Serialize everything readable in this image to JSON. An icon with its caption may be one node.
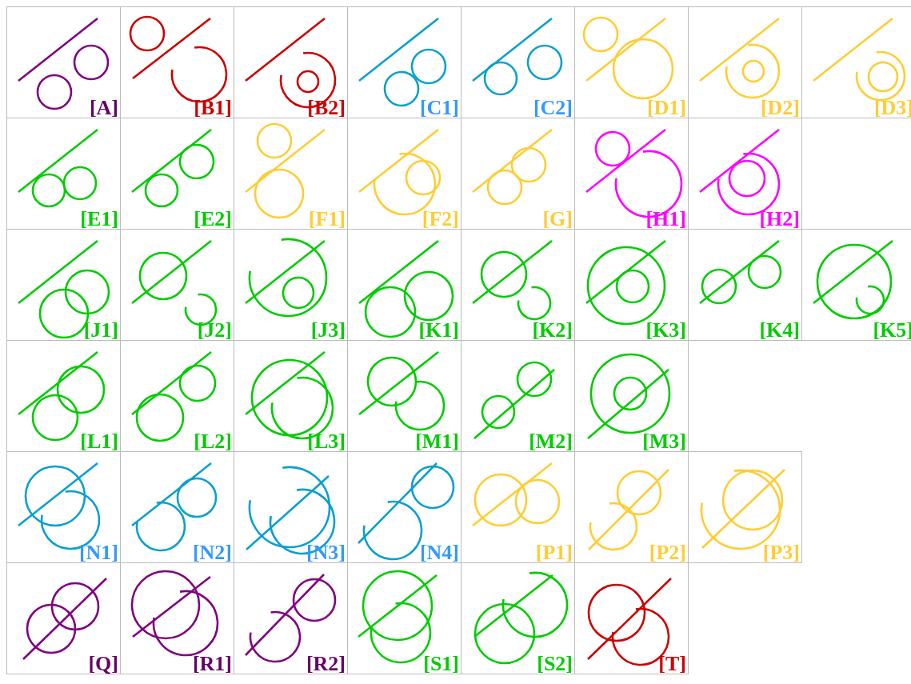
{
  "diagram": {
    "nodes": [
      {
        "text": [
          "[A]"
        ]
      },
      {
        "text": [
          "[B1]"
        ]
      },
      {
        "text": [
          "[B2]"
        ]
      },
      {
        "text": [
          "[C1]"
        ]
      },
      {
        "text": [
          "[C2]"
        ]
      },
      {
        "text": [
          "[D1]"
        ]
      },
      {
        "text": [
          "[D2]"
        ]
      },
      {
        "text": [
          "[D3]"
        ]
      },
      {
        "text": [
          "[E1]"
        ]
      },
      {
        "text": [
          "[E2]"
        ]
      },
      {
        "text": [
          "[F1]"
        ]
      },
      {
        "text": [
          "[F2]"
        ]
      },
      {
        "text": [
          "[G]"
        ]
      },
      {
        "text": [
          "[H1]"
        ]
      },
      {
        "text": [
          "[H2]"
        ]
      },
      {
        "text": [
          "[J1]"
        ]
      },
      {
        "text": [
          "[J2]"
        ]
      },
      {
        "text": [
          "[J3]"
        ]
      },
      {
        "text": [
          "[K1]"
        ]
      },
      {
        "text": [
          "[K2]"
        ]
      },
      {
        "text": [
          "[K3]"
        ]
      },
      {
        "text": [
          "[K4]"
        ]
      },
      {
        "text": [
          "[K5]"
        ]
      },
      {
        "text": [
          "[L1]"
        ]
      },
      {
        "text": [
          "[L2]"
        ]
      },
      {
        "text": [
          "[L3]"
        ]
      },
      {
        "text": [
          "[M1]"
        ]
      },
      {
        "text": [
          "[M2]"
        ]
      },
      {
        "text": [
          "[M3]"
        ]
      },
      {
        "text": [
          "[N1]"
        ]
      },
      {
        "text": [
          "[N2]"
        ]
      },
      {
        "text": [
          "[N3]"
        ]
      },
      {
        "text": [
          "[N4]"
        ]
      },
      {
        "text": [
          "[P1]"
        ]
      },
      {
        "text": [
          "[P2]"
        ]
      },
      {
        "text": [
          "[P3]"
        ]
      },
      {
        "text": [
          "[Q]"
        ]
      },
      {
        "text": [
          "[R1]"
        ]
      },
      {
        "text": [
          "[R2]"
        ]
      },
      {
        "text": [
          "[S1]"
        ]
      },
      {
        "text": [
          "[S2]"
        ]
      },
      {
        "text": [
          "[T]"
        ]
      }
    ]
  }
}
